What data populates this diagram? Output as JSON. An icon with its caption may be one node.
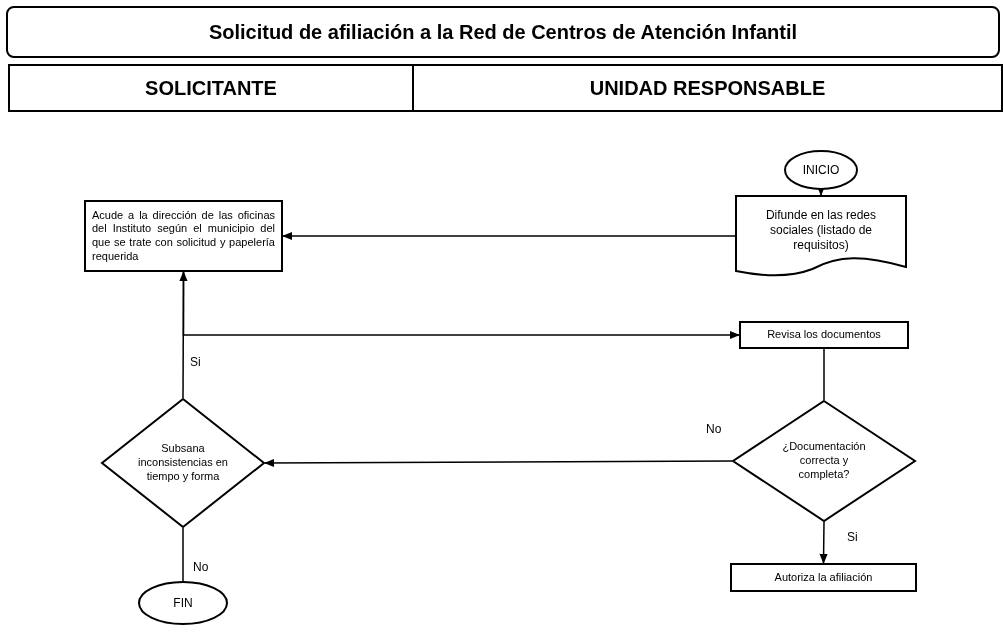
{
  "diagram": {
    "title": "Solicitud de afiliación a la Red de Centros de Atención Infantil",
    "nodes": [
      {
        "text": [
          "SOLICITANTE"
        ]
      },
      {
        "text": [
          "UNIDAD RESPONSABLE"
        ]
      },
      {
        "text": [
          "INICIO"
        ]
      },
      {
        "text": [
          "Difunde en las redes sociales (listado de requisitos)"
        ]
      },
      {
        "text": [
          "Acude a la dirección de las oficinas del Instituto según el municipio del que se trate con solicitud y papelería requerida"
        ]
      },
      {
        "text": [
          "Revisa los documentos"
        ]
      },
      {
        "text": [
          "¿Documentación correcta y completa?"
        ]
      },
      {
        "text": [
          "Autoriza la afiliación"
        ]
      },
      {
        "text": [
          "Subsana inconsistencias en tiempo y forma"
        ]
      },
      {
        "text": [
          "FIN"
        ]
      }
    ],
    "edges": [
      {
        "from": 2,
        "to": 3,
        "arrow": "to"
      },
      {
        "from": 3,
        "to": 4,
        "arrow": "to"
      },
      {
        "from": 4,
        "to": 5,
        "arrow": "to"
      },
      {
        "from": 5,
        "to": 6,
        "arrow": "none"
      },
      {
        "from": 6,
        "to": 8,
        "arrow": "to",
        "label": "No"
      },
      {
        "from": 6,
        "to": 7,
        "arrow": "to",
        "label": "Si"
      },
      {
        "from": 8,
        "to": 4,
        "arrow": "to",
        "label": "Si"
      },
      {
        "from": 8,
        "to": 9,
        "arrow": "none",
        "label": "No"
      }
    ]
  }
}
